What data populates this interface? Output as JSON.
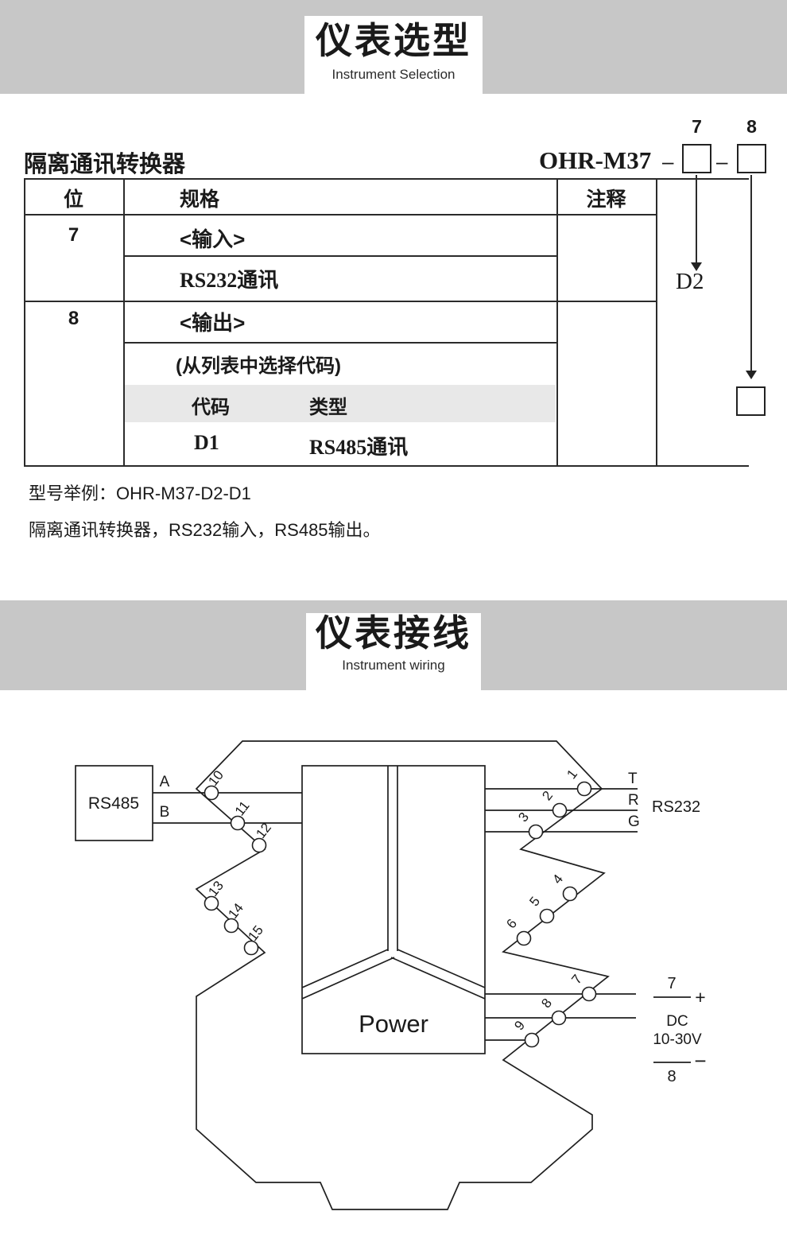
{
  "selection": {
    "title": "仪表选型",
    "subtitle": "Instrument Selection",
    "product_label": "隔离通讯转换器",
    "model": "OHR-M37",
    "dash": "–",
    "pos7": "7",
    "pos8": "8",
    "d2": "D2",
    "table": {
      "col_pos": "位",
      "col_spec": "规格",
      "col_note": "注释",
      "row7_pos": "7",
      "row7_input": "<输入>",
      "row7_spec": "RS232通讯",
      "row8_pos": "8",
      "row8_output": "<输出>",
      "row8_hint": "(从列表中选择代码)",
      "code_header": "代码",
      "type_header": "类型",
      "code_d1": "D1",
      "type_d1": "RS485通讯"
    },
    "example_title": "型号举例：OHR-M37-D2-D1",
    "example_desc": "隔离通讯转换器，RS232输入，RS485输出。"
  },
  "wiring": {
    "title": "仪表接线",
    "subtitle": "Instrument wiring",
    "rs485": "RS485",
    "line_a": "A",
    "line_b": "B",
    "line_t": "T",
    "line_r": "R",
    "line_g": "G",
    "rs232": "RS232",
    "power": "Power",
    "dc_top": "7",
    "dc_plus": "+",
    "dc_name": "DC",
    "dc_range": "10-30V",
    "dc_minus": "−",
    "dc_bottom": "8",
    "terminals": {
      "left_top": [
        "10",
        "11",
        "12"
      ],
      "left_mid": [
        "13",
        "14",
        "15"
      ],
      "right_top": [
        "1",
        "2",
        "3"
      ],
      "right_mid": [
        "4",
        "5",
        "6"
      ],
      "right_bottom": [
        "7",
        "8",
        "9"
      ]
    }
  }
}
